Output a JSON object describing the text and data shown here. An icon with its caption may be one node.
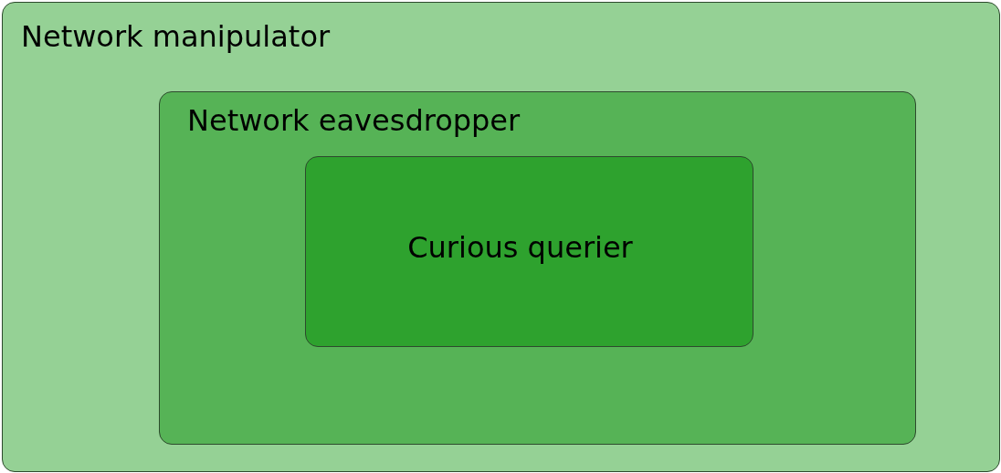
{
  "diagram": {
    "nodes": [
      {
        "text": [
          "Network manipulator"
        ]
      },
      {
        "text": [
          "Network eavesdropper"
        ],
        "in": 0
      },
      {
        "text": [
          "Curious querier"
        ],
        "in": 1
      }
    ]
  }
}
